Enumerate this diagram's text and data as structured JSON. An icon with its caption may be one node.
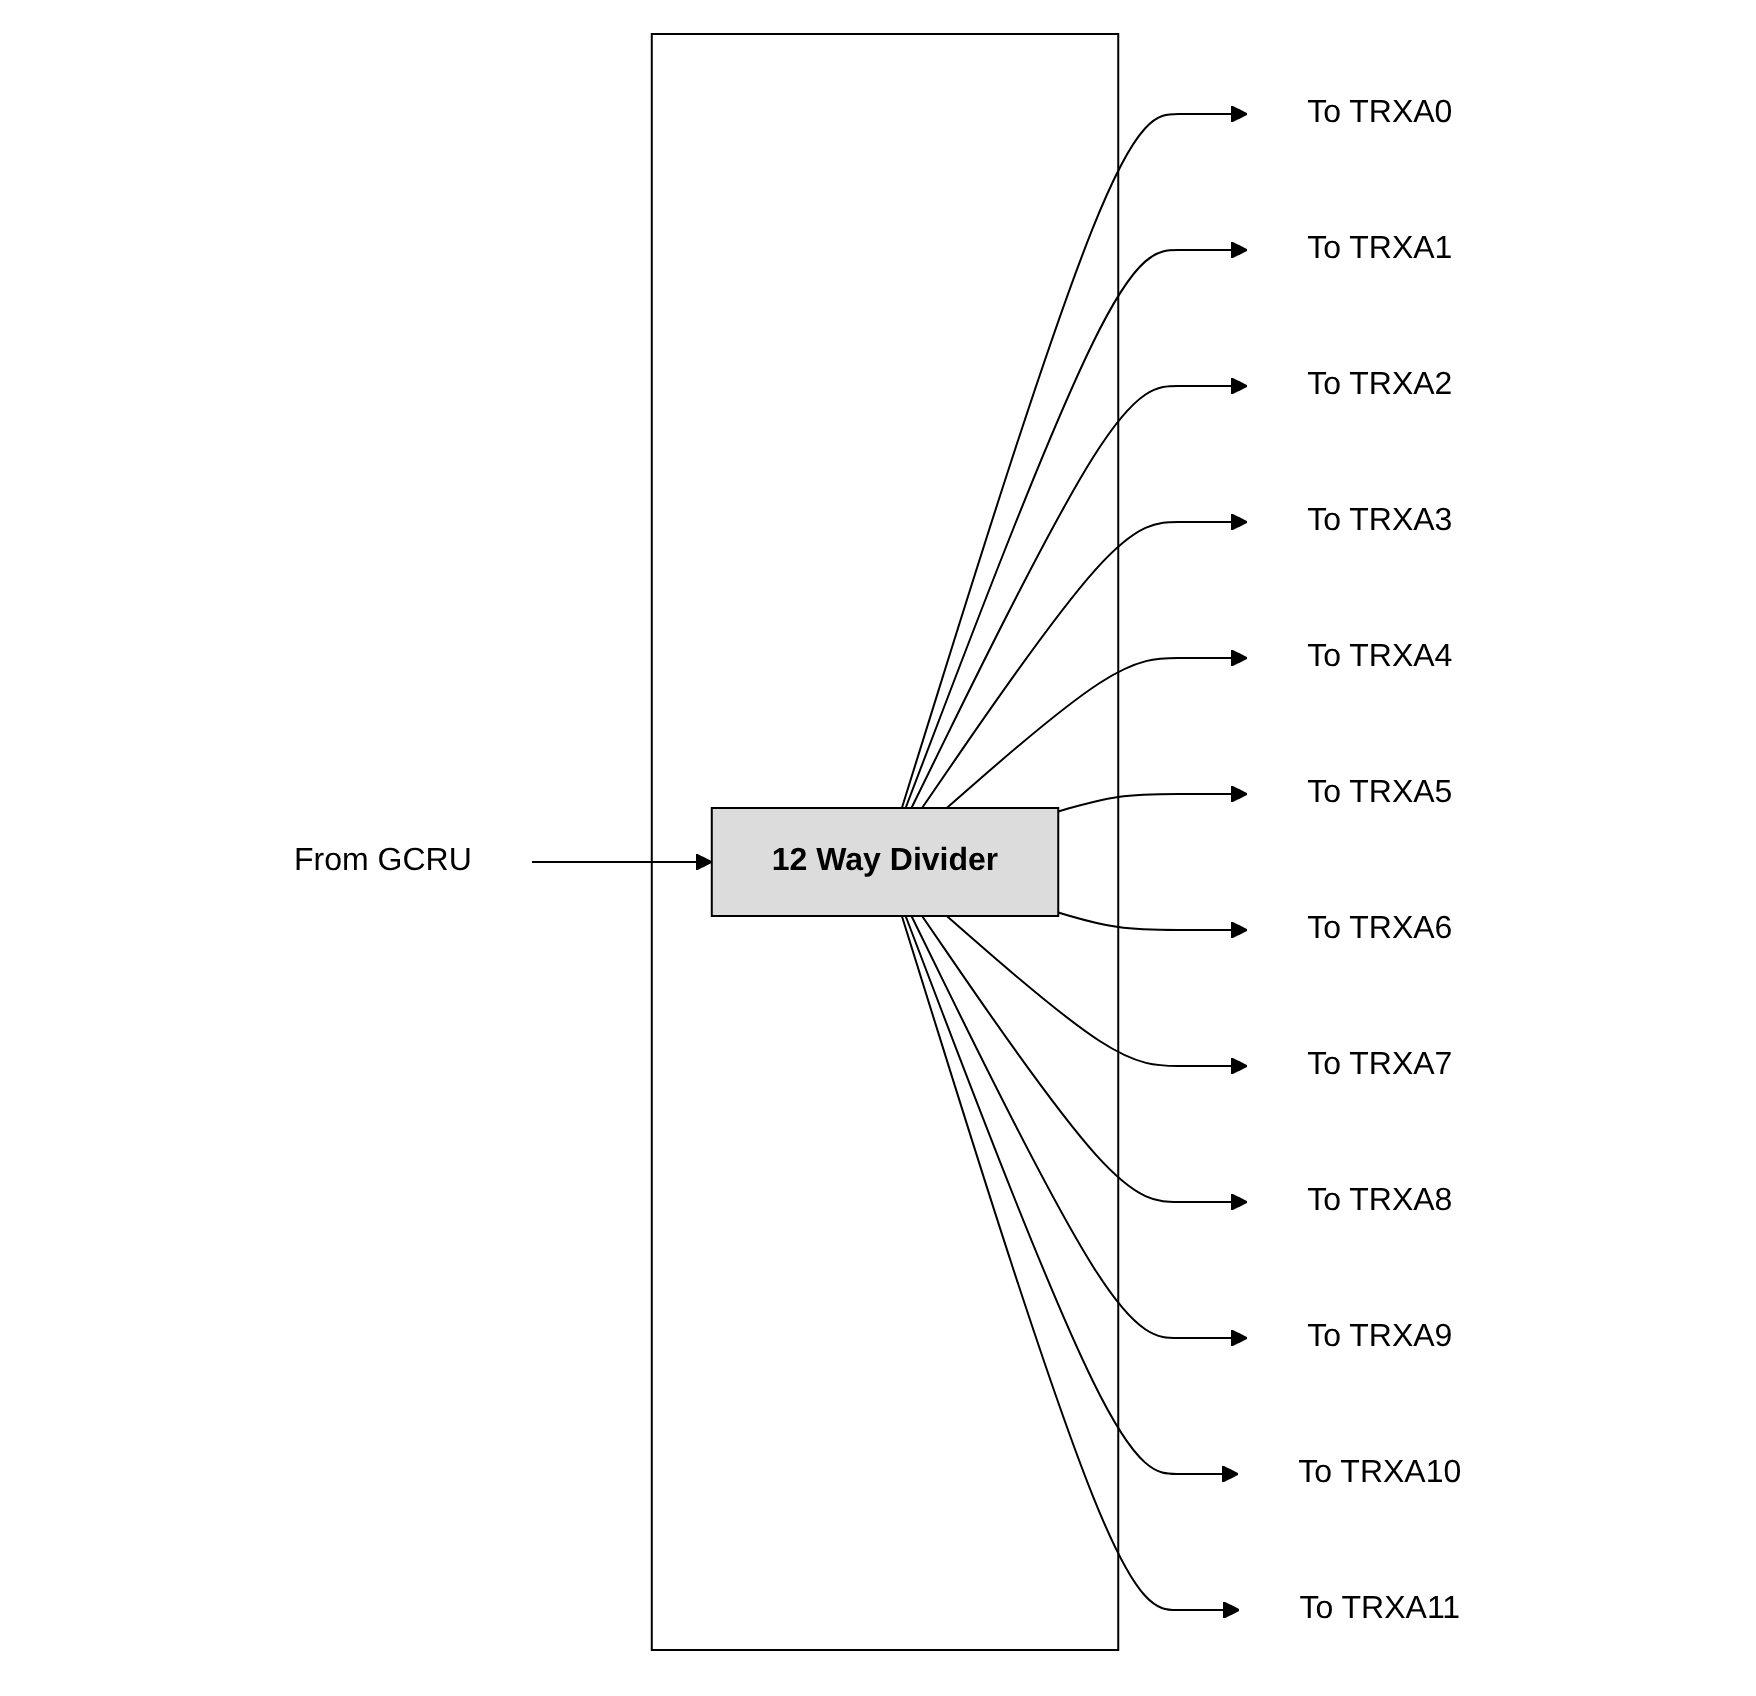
{
  "diagram": {
    "nodes": [
      {
        "text": [],
        "shape": "box"
      },
      {
        "text": [
          "12 Way Divider"
        ],
        "in": 0
      },
      {
        "text": [
          "From GCRU"
        ]
      },
      {
        "text": [
          "To TRXA0"
        ]
      },
      {
        "text": [
          "To TRXA1"
        ]
      },
      {
        "text": [
          "To TRXA2"
        ]
      },
      {
        "text": [
          "To TRXA3"
        ]
      },
      {
        "text": [
          "To TRXA4"
        ]
      },
      {
        "text": [
          "To TRXA5"
        ]
      },
      {
        "text": [
          "To TRXA6"
        ]
      },
      {
        "text": [
          "To TRXA7"
        ]
      },
      {
        "text": [
          "To TRXA8"
        ]
      },
      {
        "text": [
          "To TRXA9"
        ]
      },
      {
        "text": [
          "To TRXA10"
        ]
      },
      {
        "text": [
          "To TRXA11"
        ]
      }
    ],
    "edges": [
      {
        "from": 2,
        "to": 1,
        "arrow": "to"
      },
      {
        "from": 1,
        "to": 3,
        "arrow": "to"
      },
      {
        "from": 1,
        "to": 4,
        "arrow": "to"
      },
      {
        "from": 1,
        "to": 5,
        "arrow": "to"
      },
      {
        "from": 1,
        "to": 6,
        "arrow": "to"
      },
      {
        "from": 1,
        "to": 7,
        "arrow": "to"
      },
      {
        "from": 1,
        "to": 8,
        "arrow": "to"
      },
      {
        "from": 1,
        "to": 9,
        "arrow": "to"
      },
      {
        "from": 1,
        "to": 10,
        "arrow": "to"
      },
      {
        "from": 1,
        "to": 11,
        "arrow": "to"
      },
      {
        "from": 1,
        "to": 12,
        "arrow": "to"
      },
      {
        "from": 1,
        "to": 13,
        "arrow": "to"
      },
      {
        "from": 1,
        "to": 14,
        "arrow": "to"
      }
    ]
  }
}
